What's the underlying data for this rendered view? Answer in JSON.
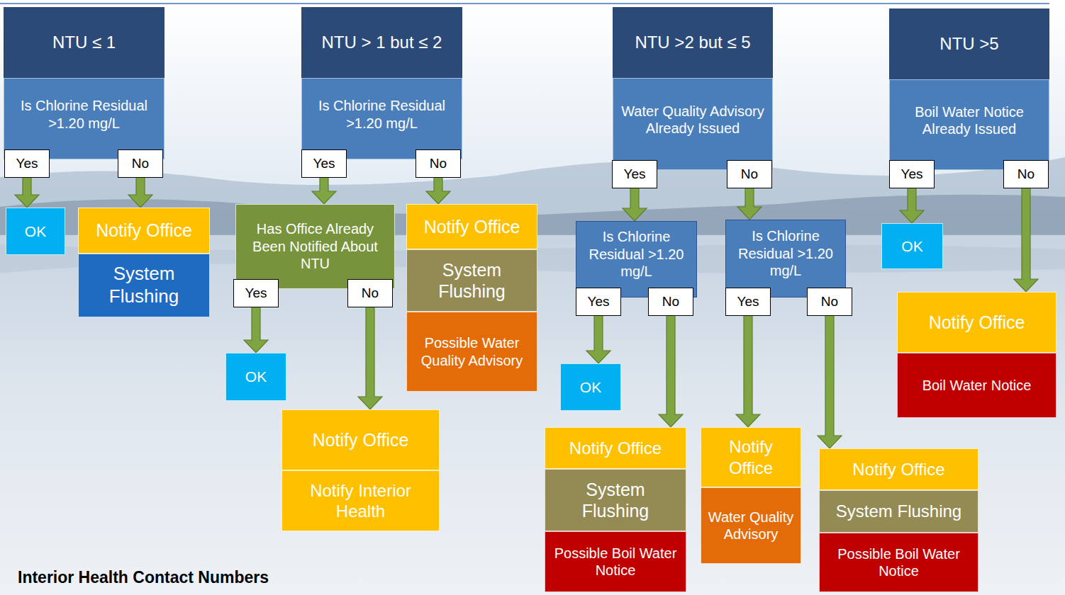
{
  "diagram": {
    "nodes": [
      {
        "text": [
          "NTU ≤ 1",
          "Is Chlorine Residual >1.20 mg/L"
        ]
      },
      {
        "text": [
          "OK"
        ]
      },
      {
        "text": [
          "Notify Office"
        ]
      },
      {
        "text": [
          "System Flushing"
        ]
      },
      {
        "text": [
          "NTU > 1 but ≤ 2",
          "Is Chlorine Residual >1.20 mg/L"
        ]
      },
      {
        "text": [
          "Has Office Already Been Notified About NTU"
        ]
      },
      {
        "text": [
          "OK"
        ]
      },
      {
        "text": [
          "Notify Office"
        ]
      },
      {
        "text": [
          "Notify Interior Health"
        ]
      },
      {
        "text": [
          "Notify Office"
        ]
      },
      {
        "text": [
          "System Flushing"
        ]
      },
      {
        "text": [
          "Possible Water Quality Advisory"
        ]
      },
      {
        "text": [
          "NTU >2 but ≤ 5",
          "Water Quality Advisory Already Issued"
        ]
      },
      {
        "text": [
          "Is Chlorine Residual >1.20 mg/L"
        ]
      },
      {
        "text": [
          "Is Chlorine Residual >1.20 mg/L"
        ]
      },
      {
        "text": [
          "OK"
        ]
      },
      {
        "text": [
          "Notify Office"
        ]
      },
      {
        "text": [
          "System Flushing"
        ]
      },
      {
        "text": [
          "Possible Boil Water Notice"
        ]
      },
      {
        "text": [
          "Notify Office"
        ]
      },
      {
        "text": [
          "Water Quality Advisory"
        ]
      },
      {
        "text": [
          "Notify Office"
        ]
      },
      {
        "text": [
          "System Flushing"
        ]
      },
      {
        "text": [
          "Possible Boil Water Notice"
        ]
      },
      {
        "text": [
          "NTU >5",
          "Boil Water Notice Already Issued"
        ]
      },
      {
        "text": [
          "OK"
        ]
      },
      {
        "text": [
          "Notify Office"
        ]
      },
      {
        "text": [
          "Boil Water Notice"
        ]
      }
    ],
    "edges": [
      {
        "from": 0,
        "to": 1,
        "label": "Yes",
        "arrow": "to"
      },
      {
        "from": 0,
        "to": 2,
        "label": "No",
        "arrow": "to"
      },
      {
        "from": 4,
        "to": 5,
        "label": "Yes",
        "arrow": "to"
      },
      {
        "from": 4,
        "to": 9,
        "label": "No",
        "arrow": "to"
      },
      {
        "from": 5,
        "to": 6,
        "label": "Yes",
        "arrow": "to"
      },
      {
        "from": 5,
        "to": 7,
        "label": "No",
        "arrow": "to"
      },
      {
        "from": 12,
        "to": 13,
        "label": "Yes",
        "arrow": "to"
      },
      {
        "from": 12,
        "to": 14,
        "label": "No",
        "arrow": "to"
      },
      {
        "from": 13,
        "to": 15,
        "label": "Yes",
        "arrow": "to"
      },
      {
        "from": 13,
        "to": 16,
        "label": "No",
        "arrow": "to"
      },
      {
        "from": 14,
        "to": 19,
        "label": "Yes",
        "arrow": "to"
      },
      {
        "from": 14,
        "to": 21,
        "label": "No",
        "arrow": "to"
      },
      {
        "from": 24,
        "to": 25,
        "label": "Yes",
        "arrow": "to"
      },
      {
        "from": 24,
        "to": 26,
        "label": "No",
        "arrow": "to"
      }
    ],
    "labels": [
      "Interior Health Contact Numbers"
    ]
  }
}
